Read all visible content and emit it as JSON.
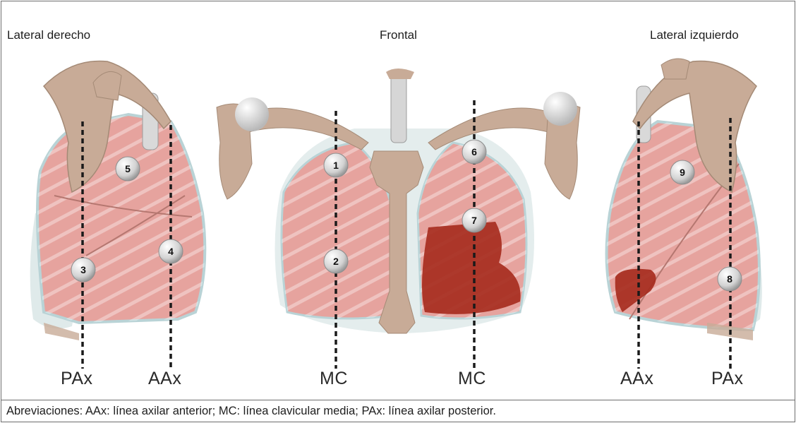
{
  "titles": {
    "right_lateral": "Lateral derecho",
    "frontal": "Frontal",
    "left_lateral": "Lateral izquierdo"
  },
  "zones": [
    "1",
    "2",
    "3",
    "4",
    "5",
    "6",
    "7",
    "8",
    "9"
  ],
  "lines": {
    "pax_right": "PAx",
    "aax_right": "AAx",
    "mc_1": "MC",
    "mc_2": "MC",
    "aax_left": "AAx",
    "pax_left": "PAx"
  },
  "caption": "Abreviaciones: AAx: línea axilar anterior; MC: línea clavicular media; PAx: línea axilar posterior.",
  "colors": {
    "lung": "#e6a39e",
    "bone": "#c8ab97",
    "liver": "#a52a1c",
    "pleura": "#b9d3d6"
  }
}
